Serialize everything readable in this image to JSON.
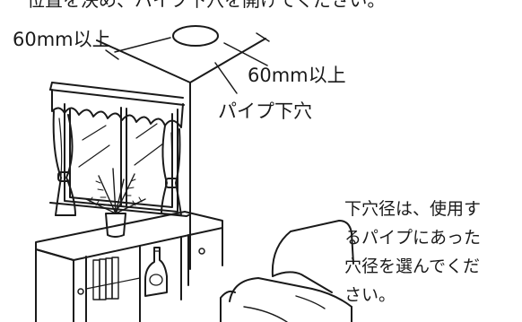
{
  "top_cut_text": "位置を決め、パイプ下穴を開けてください。",
  "dimension_left": "60mm以上",
  "dimension_right": "60mm以上",
  "pipe_hole_label": "パイプ下穴",
  "note_lines": [
    "下穴径は、使用す",
    "るパイプにあった",
    "穴径を選んでくだ",
    "さい。"
  ]
}
